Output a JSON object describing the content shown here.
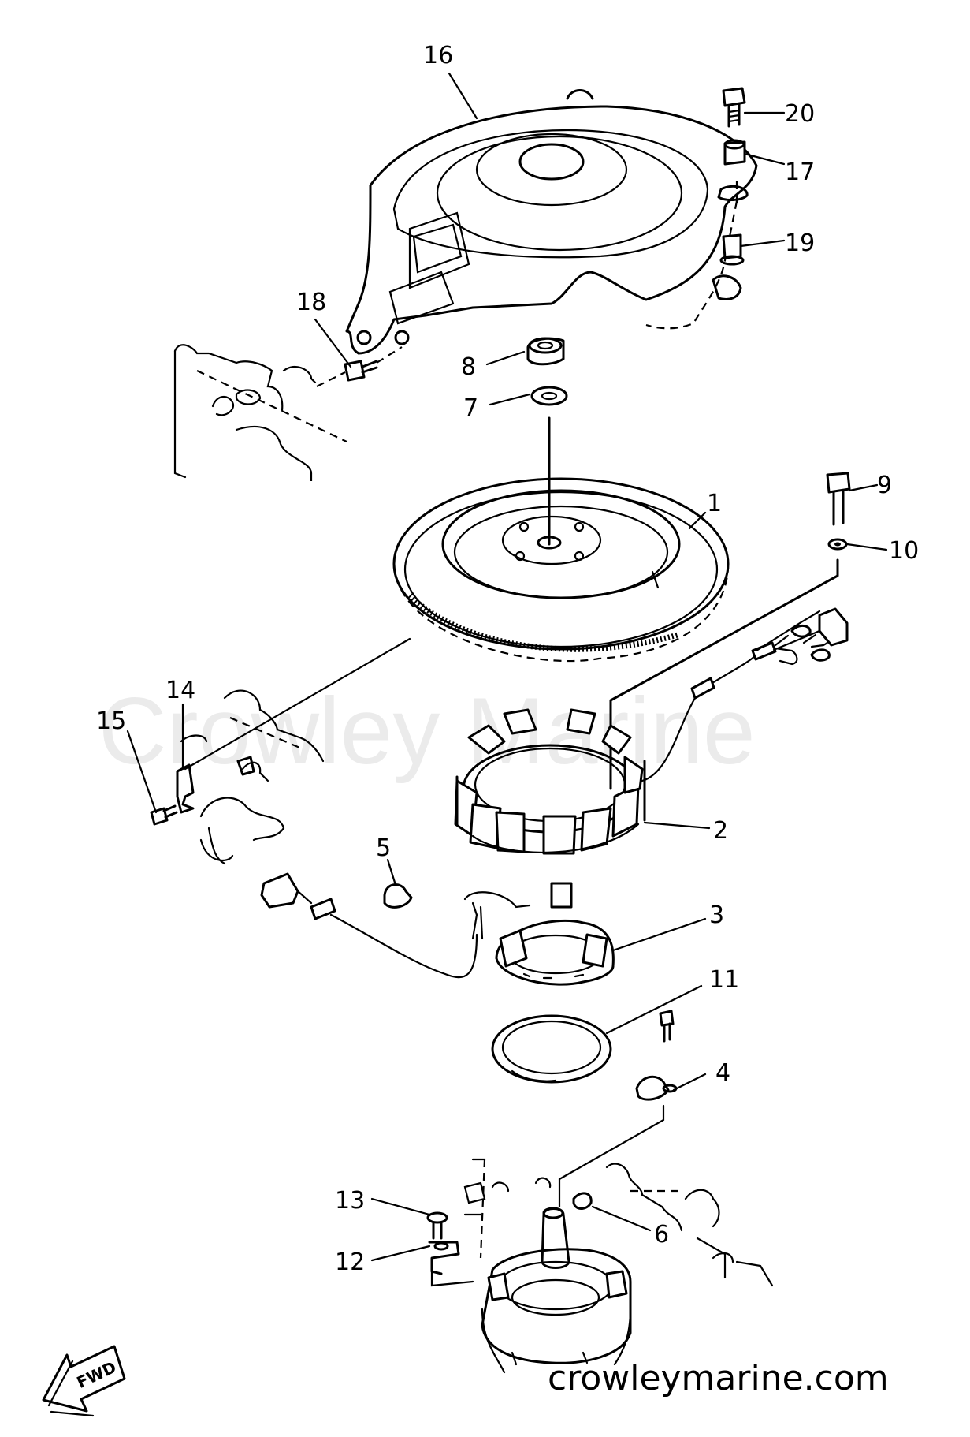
{
  "diagram": {
    "callouts": [
      {
        "id": "16",
        "label": "16"
      },
      {
        "id": "20",
        "label": "20"
      },
      {
        "id": "17",
        "label": "17"
      },
      {
        "id": "19",
        "label": "19"
      },
      {
        "id": "18",
        "label": "18"
      },
      {
        "id": "8",
        "label": "8"
      },
      {
        "id": "7",
        "label": "7"
      },
      {
        "id": "1",
        "label": "1"
      },
      {
        "id": "9",
        "label": "9"
      },
      {
        "id": "10",
        "label": "10"
      },
      {
        "id": "14",
        "label": "14"
      },
      {
        "id": "15",
        "label": "15"
      },
      {
        "id": "2",
        "label": "2"
      },
      {
        "id": "5",
        "label": "5"
      },
      {
        "id": "3",
        "label": "3"
      },
      {
        "id": "11",
        "label": "11"
      },
      {
        "id": "4",
        "label": "4"
      },
      {
        "id": "13",
        "label": "13"
      },
      {
        "id": "6",
        "label": "6"
      },
      {
        "id": "12",
        "label": "12"
      }
    ],
    "watermark": "Crowley Marine",
    "fwd_label": "FWD",
    "website": "crowleymarine.com",
    "line_color": "#000000",
    "background_color": "#ffffff",
    "watermark_color": "#c8c8c8"
  }
}
